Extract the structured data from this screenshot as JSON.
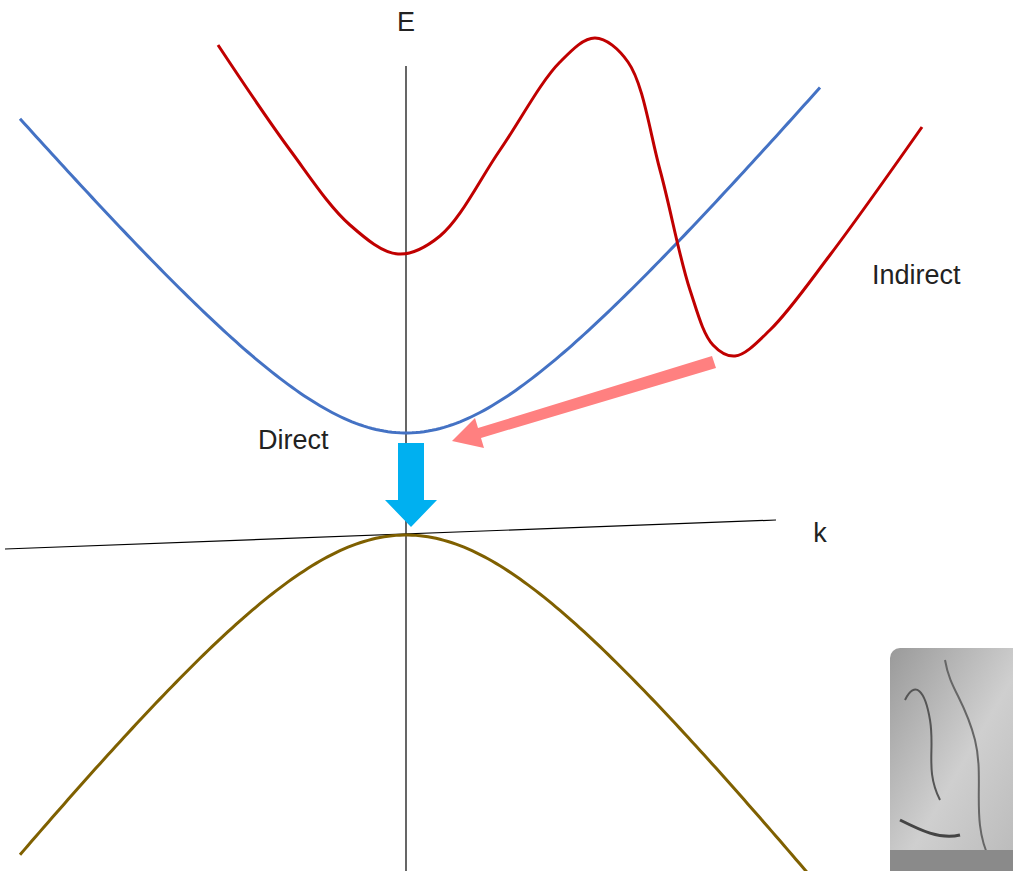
{
  "diagram": {
    "labels": [
      "E",
      "k",
      "Indirect",
      "Direct"
    ]
  }
}
